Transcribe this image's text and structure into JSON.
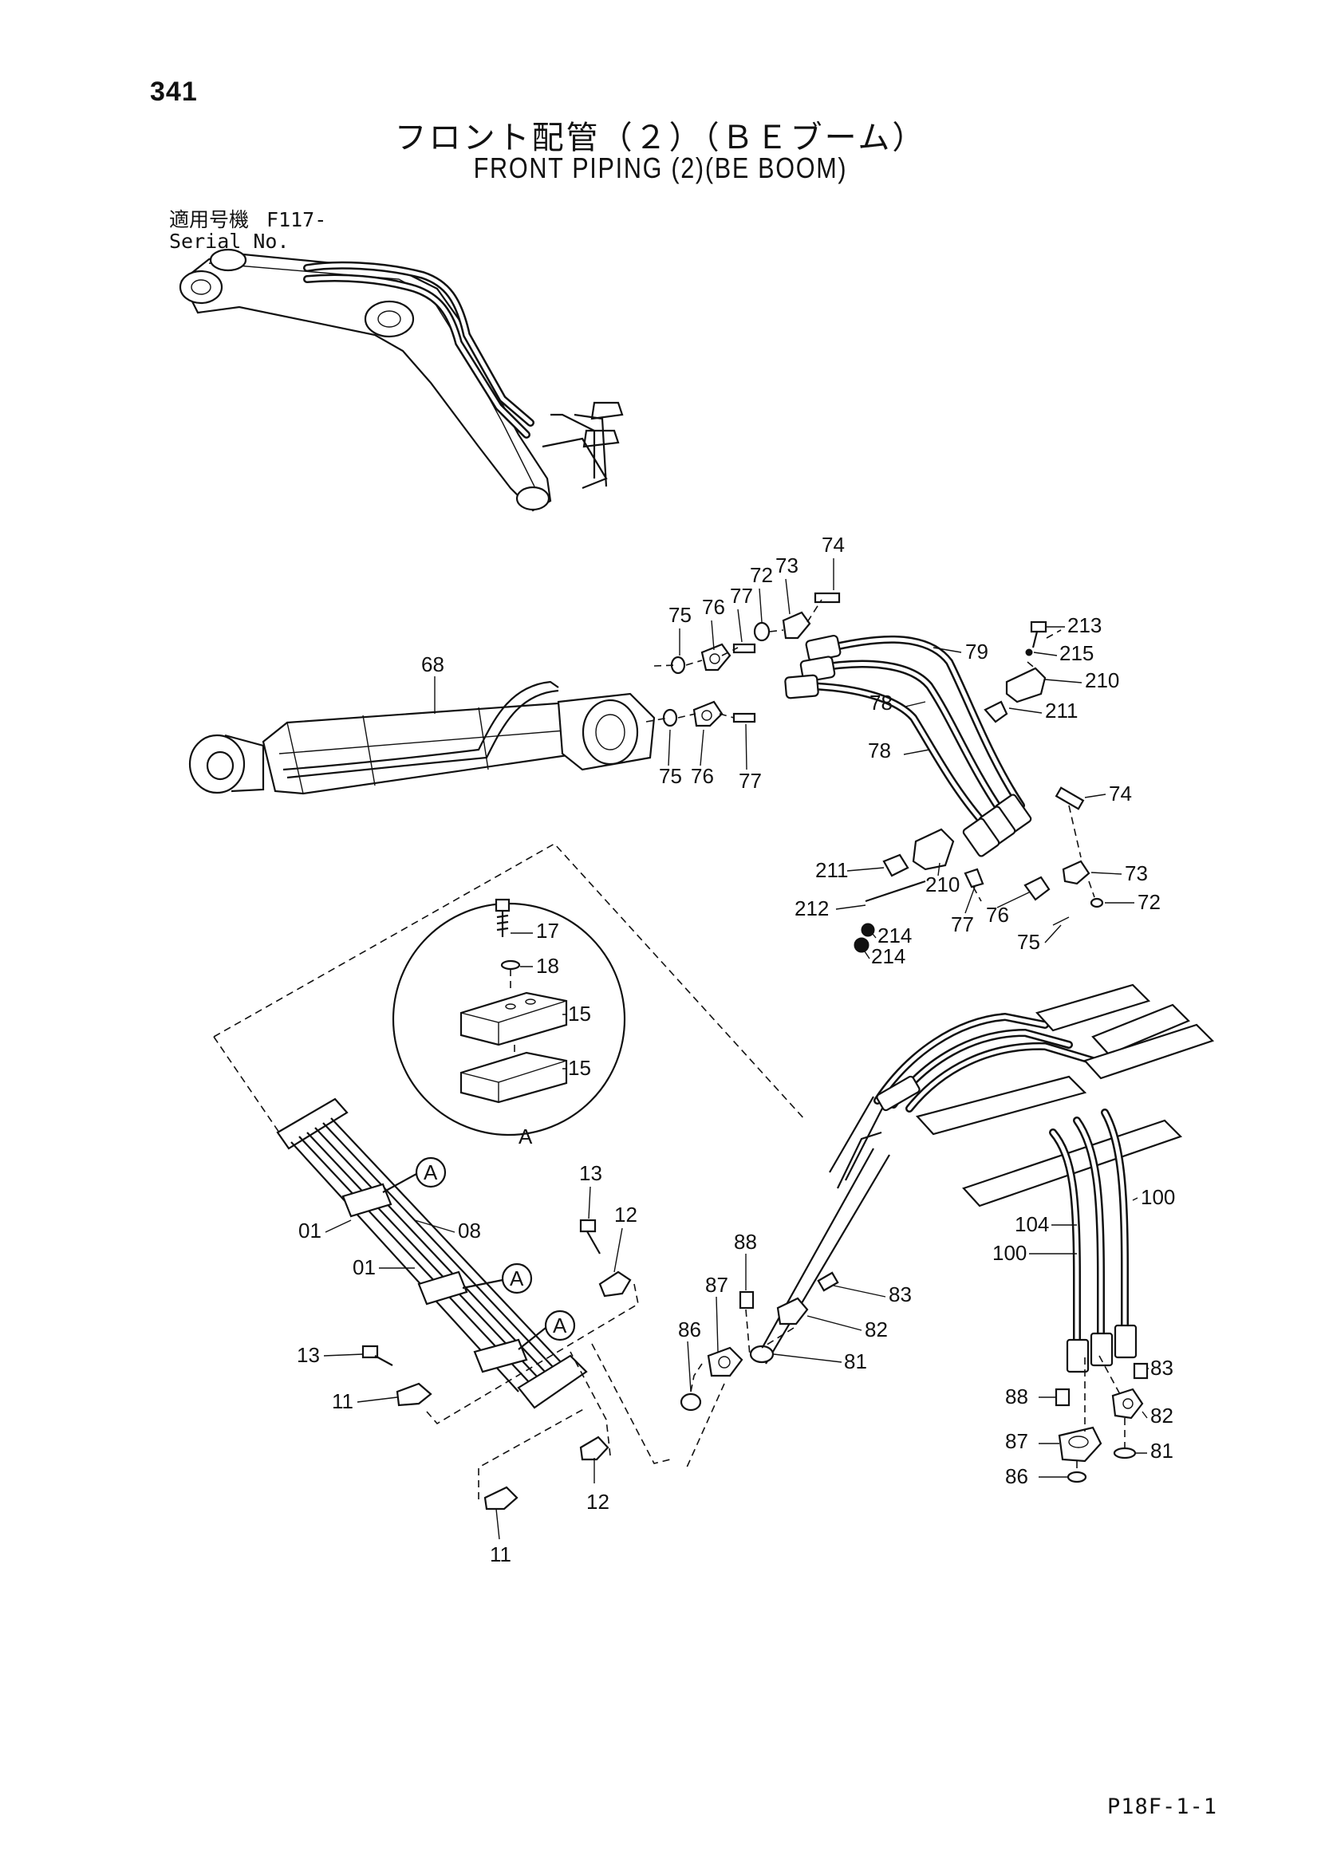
{
  "header": {
    "page_number": "341",
    "title_jp": "フロント配管（２）（ＢＥブーム）",
    "title_en": "FRONT PIPING (2)(BE BOOM)",
    "serial_label_jp": "適用号機",
    "serial_label_en": "Serial No.",
    "serial_value": "F117-"
  },
  "callouts": {
    "c74a": "74",
    "c73a": "73",
    "c72a": "72",
    "c77a": "77",
    "c76a": "76",
    "c75a": "75",
    "c68": "68",
    "c79": "79",
    "c78a": "78",
    "c78b": "78",
    "c213": "213",
    "c215": "215",
    "c210a": "210",
    "c211a": "211",
    "c75b": "75",
    "c76b": "76",
    "c77b": "77",
    "c74b": "74",
    "c73b": "73",
    "c72b": "72",
    "c211b": "211",
    "c210b": "210",
    "c212": "212",
    "c214a": "214",
    "c214b": "214",
    "c77c": "77",
    "c76c": "76",
    "c75c": "75",
    "c17": "17",
    "c18": "18",
    "c15a": "15",
    "c15b": "15",
    "cA_detail": "A",
    "cA1": "A",
    "cA2": "A",
    "cA3": "A",
    "c01a": "01",
    "c08": "08",
    "c01b": "01",
    "c13a": "13",
    "c12a": "12",
    "c13b": "13",
    "c11a": "11",
    "c12b": "12",
    "c11b": "11",
    "c88a": "88",
    "c87a": "87",
    "c83a": "83",
    "c86a": "86",
    "c82a": "82",
    "c81a": "81",
    "c100a": "100",
    "c104": "104",
    "c100b": "100",
    "c83b": "83",
    "c88b": "88",
    "c82b": "82",
    "c87b": "87",
    "c81b": "81",
    "c86b": "86"
  },
  "footer": {
    "drawing_code": "P18F-1-1"
  }
}
